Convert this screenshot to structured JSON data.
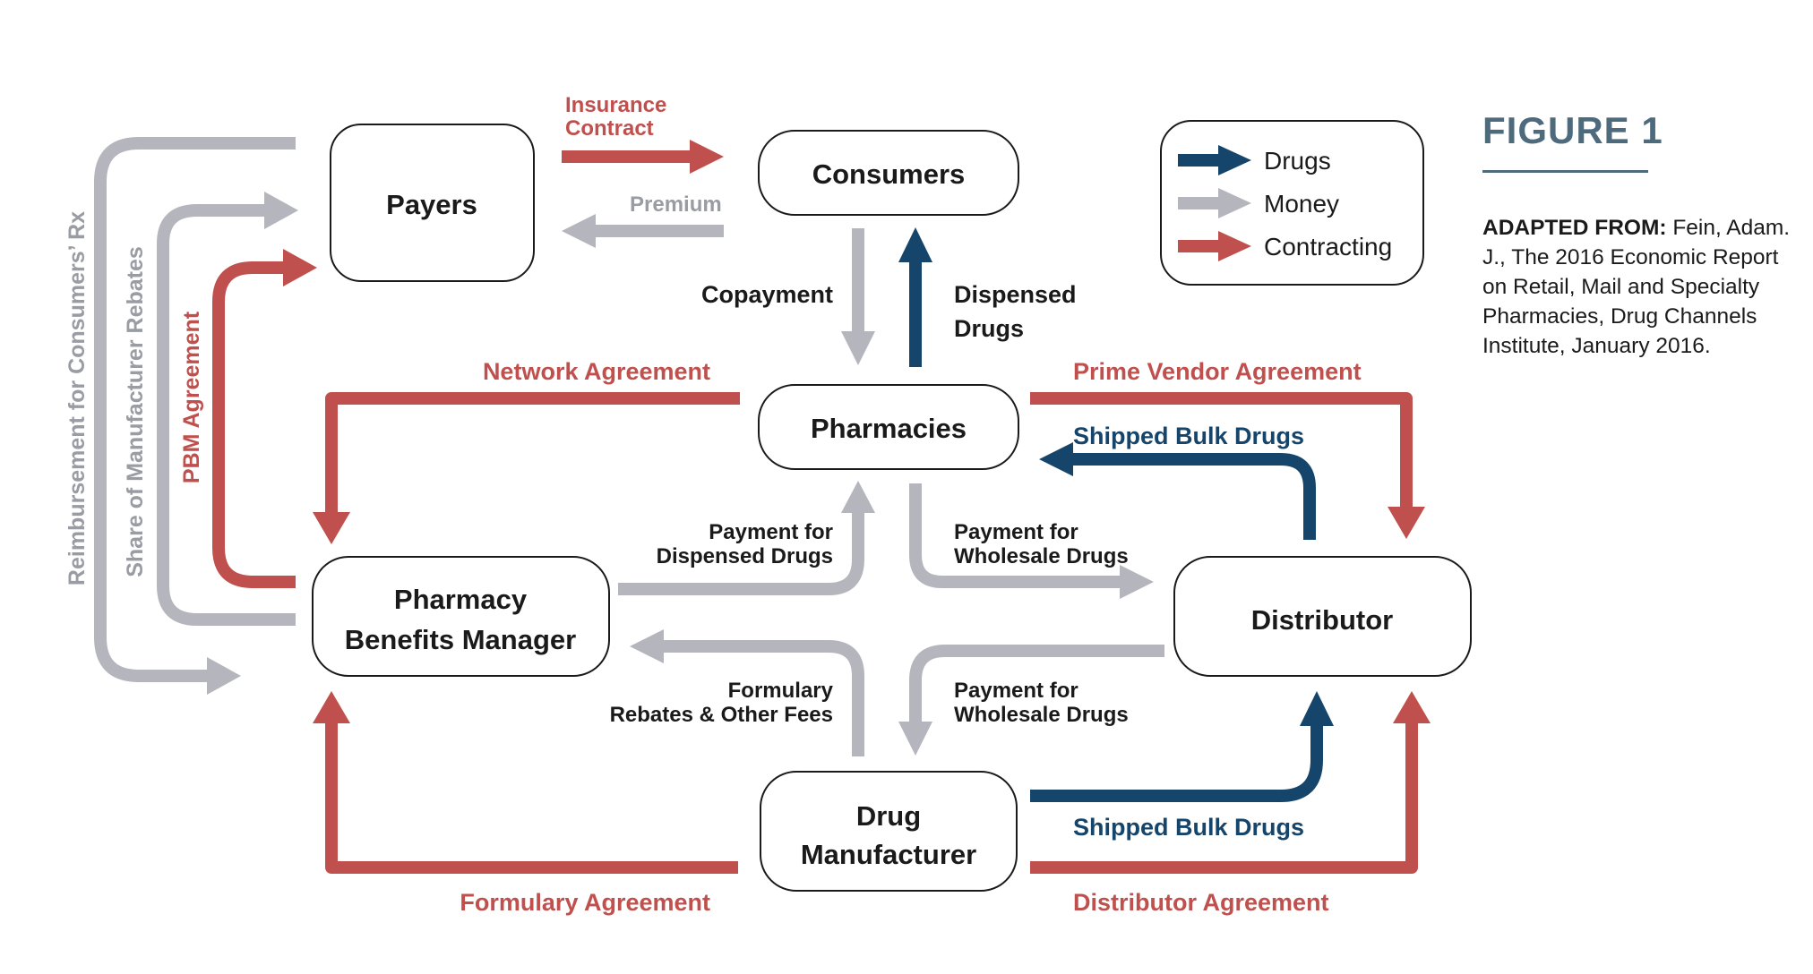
{
  "figure": {
    "title": "FIGURE 1",
    "source_prefix": "ADAPTED FROM:",
    "source_text": "Fein, Adam. J., The 2016 Economic Report on Retail, Mail and Specialty Pharmacies, Drug Channels Institute, January 2016."
  },
  "legend": {
    "drugs": "Drugs",
    "money": "Money",
    "contracting": "Contracting"
  },
  "colors": {
    "drugs": "#16456b",
    "money": "#b5b6bd",
    "contracting": "#c0504d"
  },
  "nodes": {
    "payers": "Payers",
    "consumers": "Consumers",
    "pharmacies": "Pharmacies",
    "pbm_line1": "Pharmacy",
    "pbm_line2": "Benefits Manager",
    "distributor": "Distributor",
    "manufacturer_line1": "Drug",
    "manufacturer_line2": "Manufacturer"
  },
  "labels": {
    "insurance_contract_1": "Insurance",
    "insurance_contract_2": "Contract",
    "premium": "Premium",
    "copayment": "Copayment",
    "dispensed_drugs_1": "Dispensed",
    "dispensed_drugs_2": "Drugs",
    "network_agreement": "Network Agreement",
    "prime_vendor_agreement": "Prime Vendor Agreement",
    "shipped_bulk_drugs_top": "Shipped Bulk Drugs",
    "payment_dispensed_1": "Payment for",
    "payment_dispensed_2": "Dispensed Drugs",
    "payment_wholesale_top_1": "Payment for",
    "payment_wholesale_top_2": "Wholesale Drugs",
    "formulary_rebates_1": "Formulary",
    "formulary_rebates_2": "Rebates & Other Fees",
    "payment_wholesale_bottom_1": "Payment for",
    "payment_wholesale_bottom_2": "Wholesale Drugs",
    "shipped_bulk_drugs_bottom": "Shipped Bulk Drugs",
    "formulary_agreement": "Formulary Agreement",
    "distributor_agreement": "Distributor Agreement",
    "reimbursement": "Reimbursement for Consumers’ Rx",
    "share_rebates": "Share of Manufacturer Rebates",
    "pbm_agreement": "PBM Agreement"
  }
}
